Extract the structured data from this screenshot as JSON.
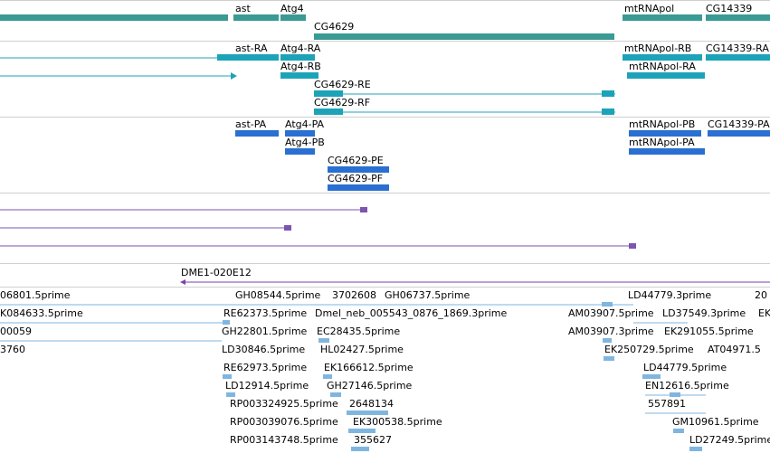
{
  "colors": {
    "gene": "#3a9a94",
    "mrna": "#1da3b8",
    "protein": "#2a6fd1",
    "pseudo": "#7b55b0",
    "clone": "#7a3fb0",
    "est": "#7fb6e0",
    "separator": "#cfcfcf"
  },
  "tracks": {
    "genes": [
      "ast",
      "Atg4",
      "CG4629",
      "mtRNApol",
      "CG14339"
    ],
    "transcripts": [
      "ast-RA",
      "Atg4-RA",
      "Atg4-RB",
      "CG4629-RE",
      "CG4629-RF",
      "mtRNApol-RB",
      "mtRNApol-RA",
      "CG14339-RA"
    ],
    "proteins": [
      "ast-PA",
      "Atg4-PA",
      "Atg4-PB",
      "CG4629-PE",
      "CG4629-PF",
      "mtRNApol-PB",
      "mtRNApol-PA",
      "CG14339-PA"
    ],
    "clones": [
      "DME1-020E12"
    ],
    "ests": [
      "06801.5prime",
      "GH08544.5prime",
      "3702608",
      "GH06737.5prime",
      "LD44779.3prime",
      "20",
      "K084633.5prime",
      "RE62373.5prime",
      "Dmel_neb_005543_0876_1869.3prime",
      "AM03907.5prime",
      "LD37549.3prime",
      "EK",
      "00059",
      "GH22801.5prime",
      "EC28435.5prime",
      "AM03907.3prime",
      "EK291055.5prime",
      "3760",
      "LD30846.5prime",
      "HL02427.5prime",
      "EK250729.5prime",
      "AT04971.5",
      "RE62973.5prime",
      "EK166612.5prime",
      "LD44779.5prime",
      "LD12914.5prime",
      "GH27146.5prime",
      "EN12616.5prime",
      "RP003324925.5prime",
      "2648134",
      "557891",
      "RP003039076.5prime",
      "EK300538.5prime",
      "GM10961.5prime",
      "RP003143748.5prime",
      "355627",
      "LD27249.5prime"
    ]
  }
}
